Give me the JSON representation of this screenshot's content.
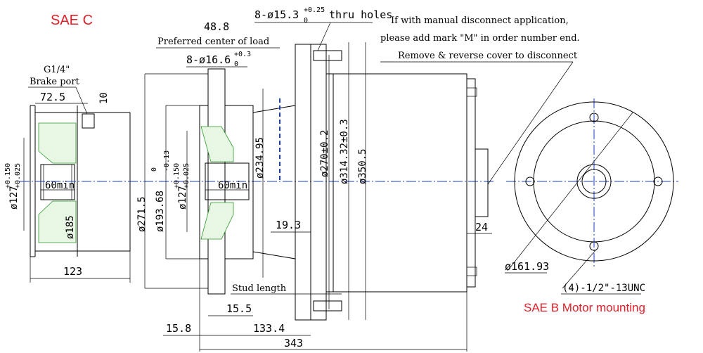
{
  "titles": {
    "sae_c": "SAE C",
    "sae_b": "SAE B Motor mounting"
  },
  "notes": {
    "manual_line1": "If with manual disconnect application,",
    "manual_line2": "please add mark \"M\" in order number end.",
    "manual_line3": "Remove & reverse cover to disconnect",
    "preferred_center": "Preferred center of load",
    "stud_length": "Stud length",
    "brake_port_size": "G1/4\"",
    "brake_port": "Brake port",
    "thru_holes_prefix": "8-ø15.3",
    "thru_holes_tol_top": "+0.25",
    "thru_holes_tol_bottom": "0",
    "thru_holes_suffix": "thru holes",
    "holes_16_prefix": "8-ø16.6",
    "holes_16_tol_top": "+0.3",
    "holes_16_tol_bottom": "0",
    "unc": "(4)-1/2\"-13UNC"
  },
  "dimensions": {
    "d72_5": "72.5",
    "d10": "10",
    "d48_8": "48.8",
    "d127_left_main": "ø127",
    "d127_left_tol_top": "+0.150",
    "d127_left_tol_bottom": "+0.025",
    "d60min_left": "60min",
    "d185": "ø185",
    "d123": "123",
    "d271_5": "ø271.5",
    "d193_68_main": "ø193.68",
    "d193_68_tol_top": "0",
    "d193_68_tol_bottom": "-0.13",
    "d127_mid_main": "ø127",
    "d127_mid_tol_top": "+0.150",
    "d127_mid_tol_bottom": "+0.025",
    "d60min_mid": "60min",
    "d234_95": "ø234.95",
    "d270": "ø270±0.2",
    "d314_32": "ø314.32±0.3",
    "d350_5": "ø350.5",
    "d19_3": "19.3",
    "d24": "24",
    "d15_5": "15.5",
    "d15_8": "15.8",
    "d133_4": "133.4",
    "d343": "343",
    "d161_93": "ø161.93"
  },
  "colors": {
    "outline": "#000000",
    "centerline": "#1a3cc8",
    "section_hatch": "#2a9a2a",
    "title": "#e0202a"
  }
}
